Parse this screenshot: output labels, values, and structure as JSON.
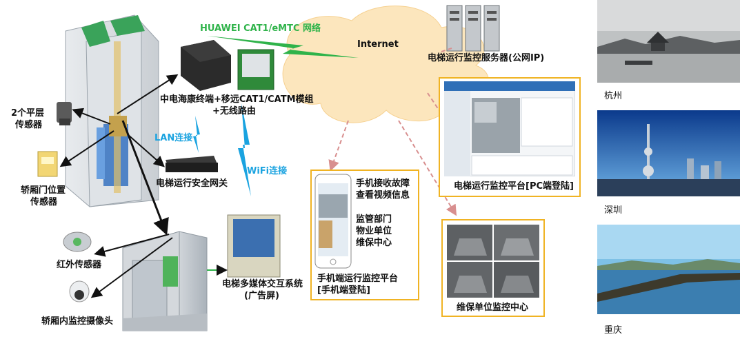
{
  "network_label": "HUAWEI CAT1/eMTC 网络",
  "internet_label": "Internet",
  "server_label": "电梯运行监控服务器(公网IP)",
  "terminal_label": [
    "中电海康终端+移远CAT1/CATM模组",
    "+无线路由"
  ],
  "lan_label": "LAN连接",
  "wifi_label": "WiFi连接",
  "gateway_label": "电梯运行安全网关",
  "floor_sensor_label": [
    "2个平层",
    "传感器"
  ],
  "door_sensor_label": [
    "轿厢门位置",
    "传感器"
  ],
  "ir_sensor_label": "红外传感器",
  "camera_label": "轿厢内监控摄像头",
  "media_label": [
    "电梯多媒体交互系统",
    "(广告屏)"
  ],
  "phone_box": {
    "lines": [
      "手机接收故障",
      "查看视频信息",
      "",
      "监管部门",
      "物业单位",
      "维保中心"
    ],
    "caption": [
      "手机端运行监控平台",
      "[手机端登陆]"
    ]
  },
  "pc_caption": "电梯运行监控平台[PC端登陆]",
  "maint_caption": "维保单位监控中心",
  "cities": [
    "杭州",
    "深圳",
    "重庆"
  ],
  "colors": {
    "accent_blue": "#1aa3e0",
    "accent_green": "#2fb34a",
    "box_border": "#f0b323",
    "cloud": "#fbe3b4"
  }
}
